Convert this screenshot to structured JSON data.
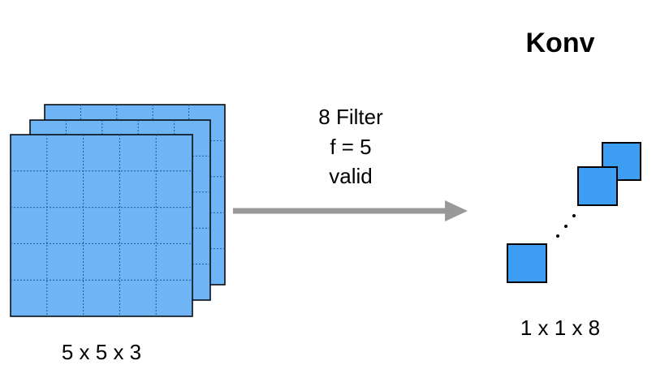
{
  "title": "Konv",
  "operation": {
    "line1": "8 Filter",
    "line2": "f = 5",
    "line3": "valid"
  },
  "input": {
    "label": "5 x 5 x 3",
    "rows": 5,
    "cols": 5,
    "channels": 3,
    "fill_color": "#6fb5f5",
    "border_color": "#000000",
    "grid_color": "#1e5a8a"
  },
  "output": {
    "label": "1 x 1 x 8",
    "fill_color": "#3d9df2",
    "border_color": "#000000",
    "ellipsis_glyph": "..."
  },
  "arrow": {
    "color": "#999999"
  }
}
